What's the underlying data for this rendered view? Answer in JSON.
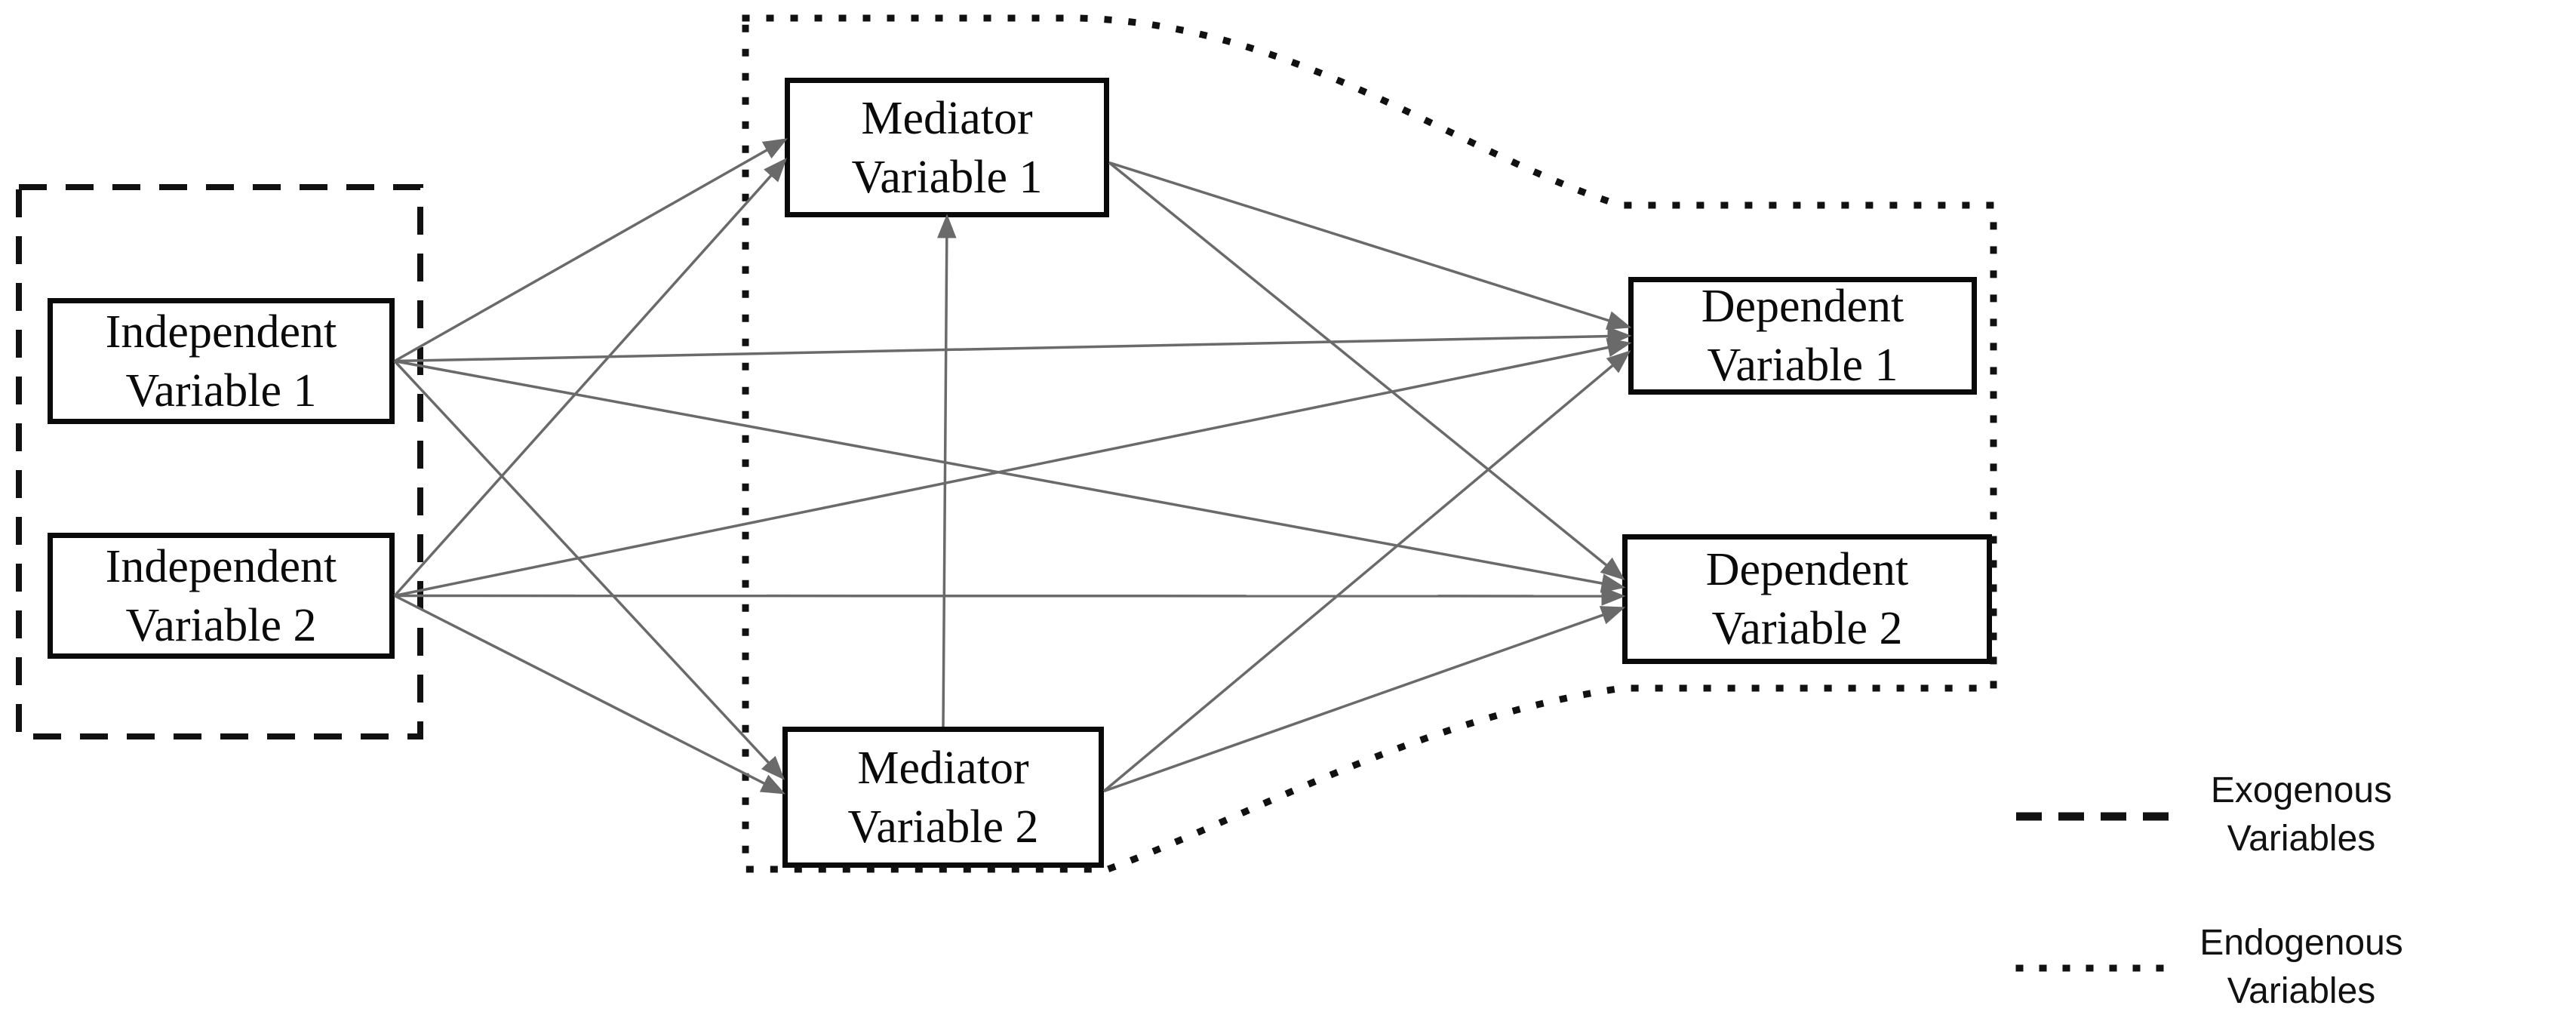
{
  "diagram": {
    "background": "#ffffff",
    "arrow_color": "#6a6a6a",
    "outline_color": "#111111",
    "nodes": {
      "iv1": {
        "line1": "Independent",
        "line2": "Variable 1"
      },
      "iv2": {
        "line1": "Independent",
        "line2": "Variable 2"
      },
      "mv1": {
        "line1": "Mediator",
        "line2": "Variable 1"
      },
      "mv2": {
        "line1": "Mediator",
        "line2": "Variable 2"
      },
      "dv1": {
        "line1": "Dependent",
        "line2": "Variable 1"
      },
      "dv2": {
        "line1": "Dependent",
        "line2": "Variable 2"
      }
    },
    "edges": [
      {
        "from": "iv1",
        "fromSide": "right",
        "fromDy": 0,
        "to": "mv1",
        "toSide": "left",
        "toDy": -10
      },
      {
        "from": "iv2",
        "fromSide": "right",
        "fromDy": 0,
        "to": "mv1",
        "toSide": "left",
        "toDy": 17
      },
      {
        "from": "iv1",
        "fromSide": "right",
        "fromDy": 0,
        "to": "mv2",
        "toSide": "left",
        "toDy": -26
      },
      {
        "from": "iv2",
        "fromSide": "right",
        "fromDy": 0,
        "to": "mv2",
        "toSide": "left",
        "toDy": -6
      },
      {
        "from": "iv1",
        "fromSide": "right",
        "fromDy": 0,
        "to": "dv1",
        "toSide": "left",
        "toDy": 0
      },
      {
        "from": "iv2",
        "fromSide": "right",
        "fromDy": 0,
        "to": "dv1",
        "toSide": "left",
        "toDy": 10
      },
      {
        "from": "mv1",
        "fromSide": "right",
        "fromDy": 20,
        "to": "dv1",
        "toSide": "left",
        "toDy": -12
      },
      {
        "from": "mv2",
        "fromSide": "right",
        "fromDy": -8,
        "to": "dv1",
        "toSide": "left",
        "toDy": 22
      },
      {
        "from": "iv1",
        "fromSide": "right",
        "fromDy": 0,
        "to": "dv2",
        "toSide": "left",
        "toDy": -16
      },
      {
        "from": "iv2",
        "fromSide": "right",
        "fromDy": 0,
        "to": "dv2",
        "toSide": "left",
        "toDy": -4
      },
      {
        "from": "mv1",
        "fromSide": "right",
        "fromDy": 20,
        "to": "dv2",
        "toSide": "left",
        "toDy": -28
      },
      {
        "from": "mv2",
        "fromSide": "right",
        "fromDy": -8,
        "to": "dv2",
        "toSide": "left",
        "toDy": 12
      },
      {
        "from": "mv2",
        "fromSide": "top",
        "fromDy": 0,
        "to": "mv1",
        "toSide": "bottom",
        "toDy": 0
      }
    ]
  },
  "legend": {
    "items": [
      {
        "id": "exogenous",
        "style": "dashed",
        "line1": "Exogenous",
        "line2": "Variables"
      },
      {
        "id": "endogenous",
        "style": "dotted",
        "line1": "Endogenous",
        "line2": "Variables"
      }
    ]
  }
}
